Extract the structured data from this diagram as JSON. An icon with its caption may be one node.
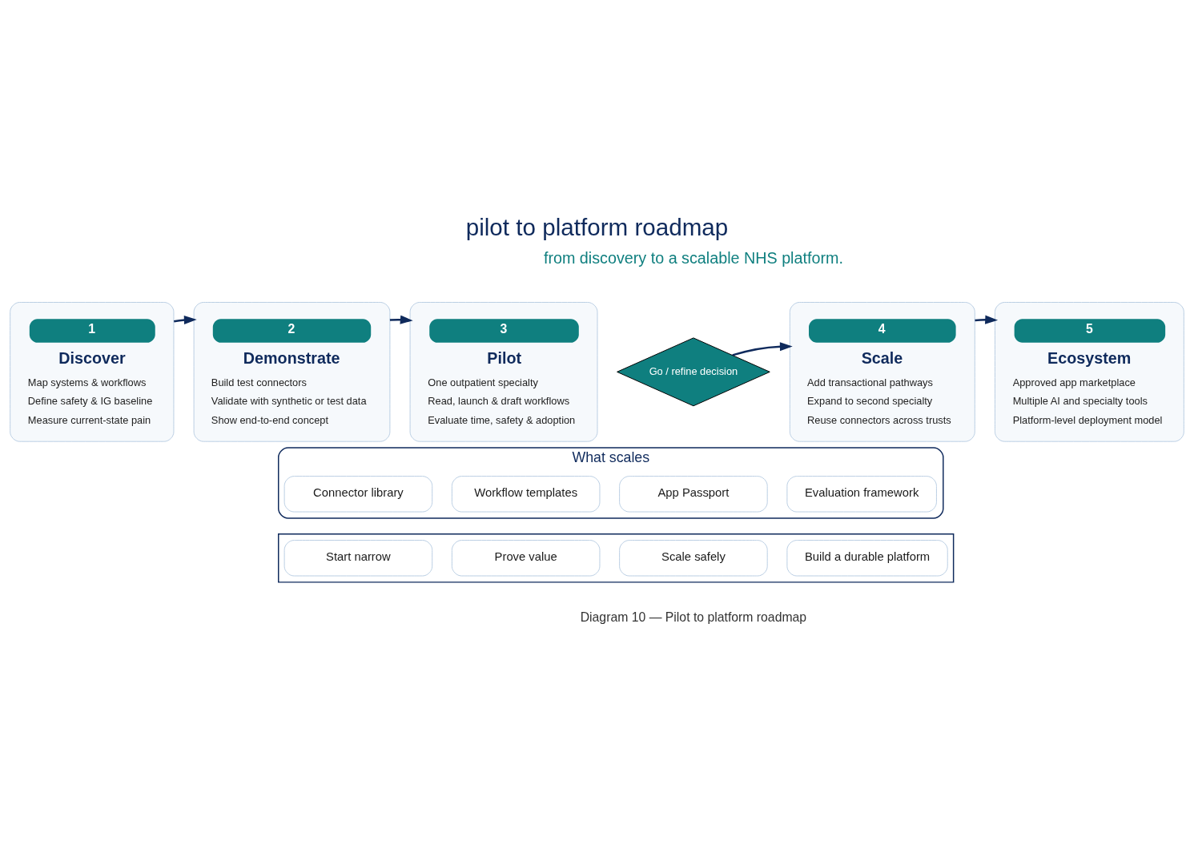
{
  "diagram": {
    "title": "pilot to platform roadmap",
    "caption": "Diagram 10 — Pilot to platform roadmap",
    "nodes": [
      {
        "text": [
          "1",
          "Discover",
          "Map systems & workflows",
          "Define safety & IG baseline",
          "Measure current-state pain"
        ]
      },
      {
        "text": [
          "2",
          "Demonstrate",
          "Build test connectors",
          "Validate with synthetic or test data",
          "Show end-to-end concept"
        ]
      },
      {
        "text": [
          "3",
          "Pilot",
          "One outpatient specialty",
          "Read, launch & draft workflows",
          "Evaluate time, safety & adoption"
        ]
      },
      {
        "text": [
          "Go / refine decision"
        ]
      },
      {
        "text": [
          "4",
          "Scale",
          "Add transactional pathways",
          "Expand to second specialty",
          "Reuse connectors across trusts"
        ]
      },
      {
        "text": [
          "5",
          "Ecosystem",
          "Approved app marketplace",
          "Multiple AI and specialty tools",
          "Platform-level deployment model"
        ]
      },
      {
        "text": [
          "What scales"
        ]
      },
      {
        "text": [
          "Connector library"
        ],
        "in": 6
      },
      {
        "text": [
          "Workflow templates"
        ],
        "in": 6
      },
      {
        "text": [
          "App Passport"
        ],
        "in": 6
      },
      {
        "text": [
          "Evaluation framework"
        ],
        "in": 6
      },
      {
        "text": [],
        "shape": "box"
      },
      {
        "text": [
          "Start narrow"
        ],
        "in": 11
      },
      {
        "text": [
          "Prove value"
        ],
        "in": 11
      },
      {
        "text": [
          "Scale safely"
        ],
        "in": 11
      },
      {
        "text": [
          "Build a durable platform"
        ],
        "in": 11
      }
    ],
    "edges": [
      {
        "from": 0,
        "to": 1,
        "arrow": "to"
      },
      {
        "from": 1,
        "to": 2,
        "arrow": "to"
      },
      {
        "from": 3,
        "to": 4,
        "arrow": "to"
      },
      {
        "from": 4,
        "to": 5,
        "arrow": "to"
      }
    ],
    "labels": [
      "from discovery to a scalable NHS platform."
    ]
  }
}
